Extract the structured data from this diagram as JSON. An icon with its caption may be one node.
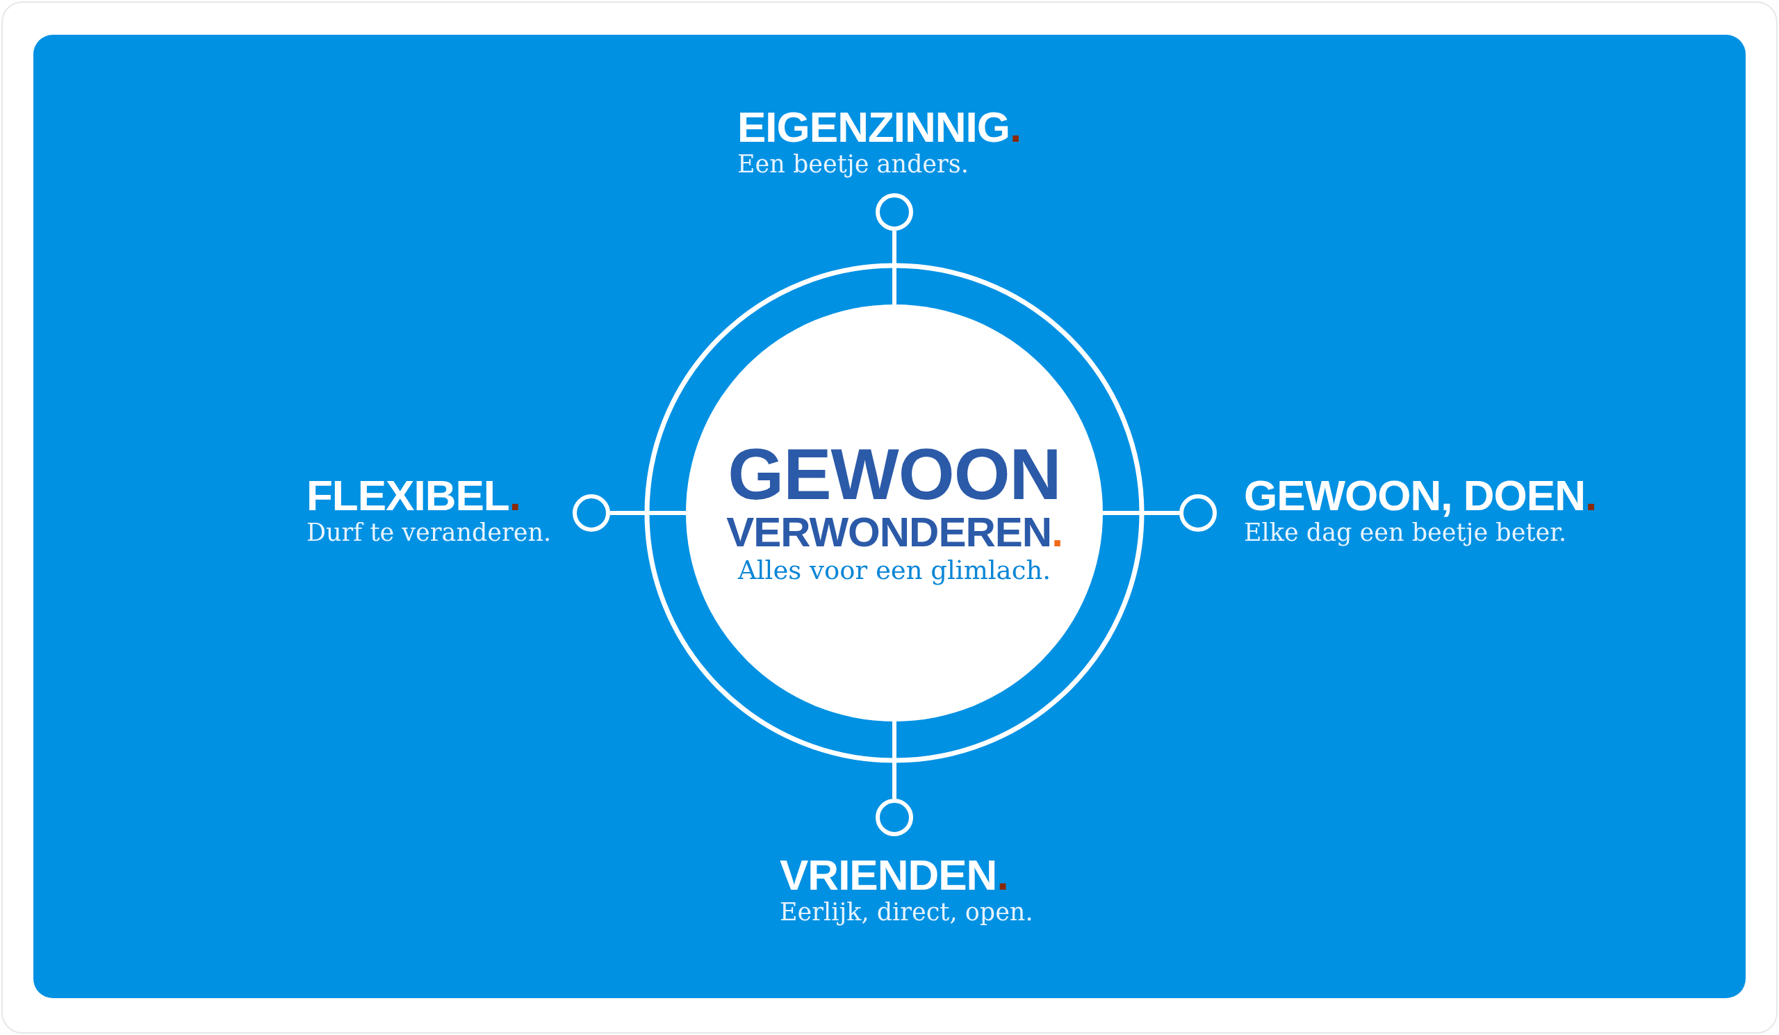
{
  "diagram": {
    "nodes": [
      {
        "text": [
          "GEWOON",
          "VERWONDEREN.",
          "Alles voor een glimlach."
        ]
      },
      {
        "text": [],
        "shape": "circle",
        "beside": [
          "EIGENZINNIG.",
          "Een beetje anders."
        ]
      },
      {
        "text": [],
        "shape": "circle",
        "beside": [
          "FLEXIBEL.",
          "Durf te veranderen."
        ]
      },
      {
        "text": [],
        "shape": "circle",
        "beside": [
          "GEWOON, DOEN.",
          "Elke dag een beetje beter."
        ]
      },
      {
        "text": [],
        "shape": "circle",
        "beside": [
          "VRIENDEN.",
          "Eerlijk, direct, open."
        ]
      }
    ],
    "edges": [
      {
        "from": 1,
        "to": 0,
        "arrow": "none"
      },
      {
        "from": 2,
        "to": 0,
        "arrow": "none"
      },
      {
        "from": 3,
        "to": 0,
        "arrow": "none"
      },
      {
        "from": 4,
        "to": 0,
        "arrow": "none"
      }
    ]
  }
}
